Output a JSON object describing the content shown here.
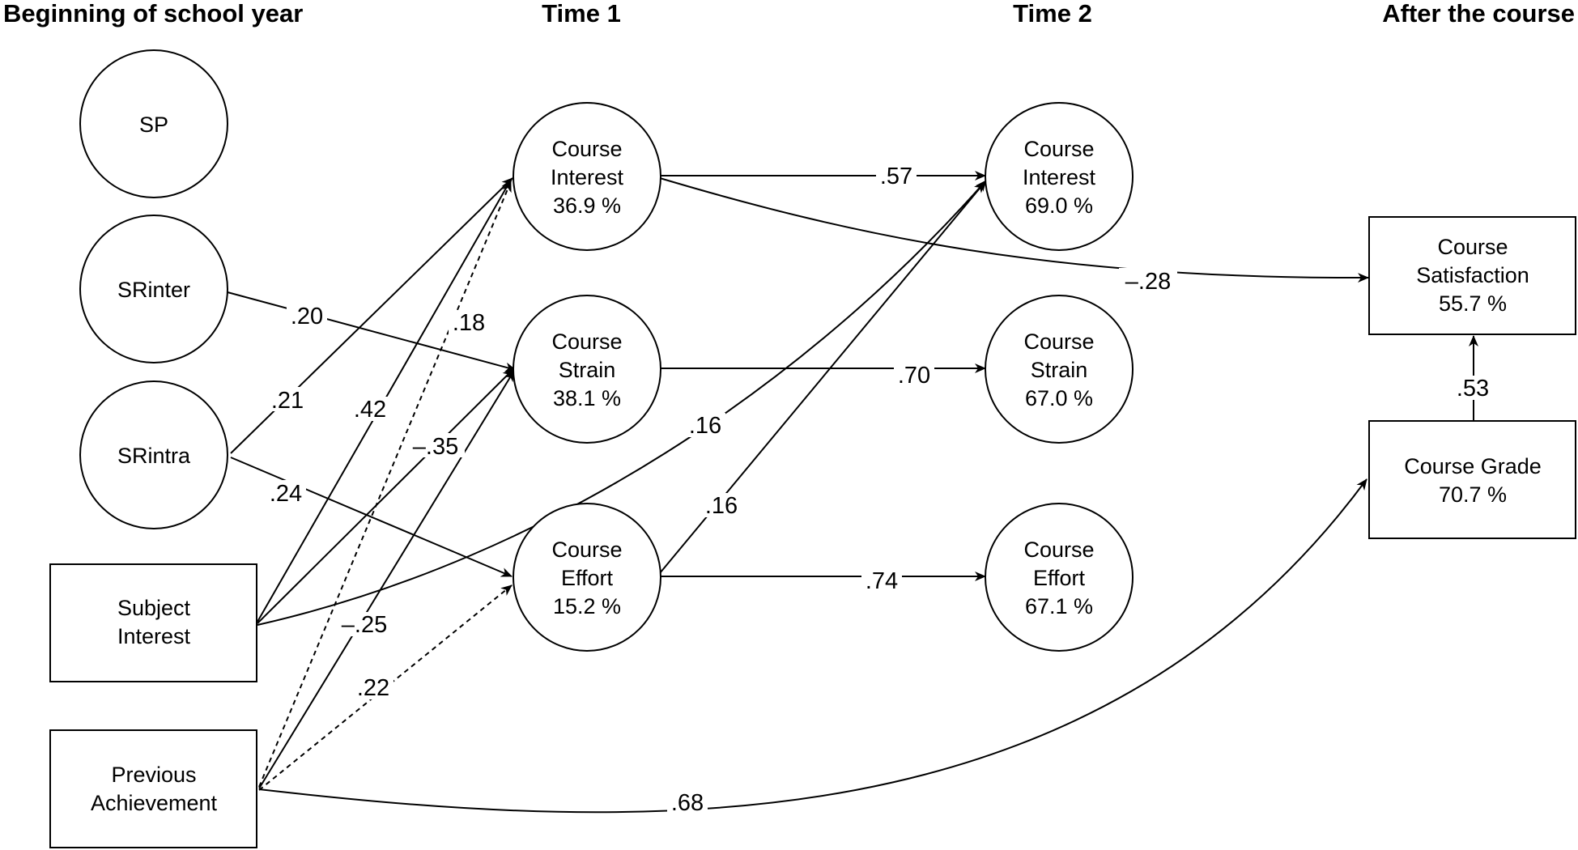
{
  "headers": {
    "beginning": "Beginning of school year",
    "time1": "Time 1",
    "time2": "Time 2",
    "after": "After the course"
  },
  "nodes": {
    "sp": {
      "lines": [
        "SP"
      ]
    },
    "srinter": {
      "lines": [
        "SRinter"
      ]
    },
    "srintra": {
      "lines": [
        "SRintra"
      ]
    },
    "subject_interest": {
      "lines": [
        "Subject",
        "Interest"
      ]
    },
    "previous_achievement": {
      "lines": [
        "Previous",
        "Achievement"
      ]
    },
    "course_interest_t1": {
      "lines": [
        "Course",
        "Interest",
        "36.9 %"
      ]
    },
    "course_strain_t1": {
      "lines": [
        "Course",
        "Strain",
        "38.1 %"
      ]
    },
    "course_effort_t1": {
      "lines": [
        "Course",
        "Effort",
        "15.2 %"
      ]
    },
    "course_interest_t2": {
      "lines": [
        "Course",
        "Interest",
        "69.0 %"
      ]
    },
    "course_strain_t2": {
      "lines": [
        "Course",
        "Strain",
        "67.0 %"
      ]
    },
    "course_effort_t2": {
      "lines": [
        "Course",
        "Effort",
        "67.1 %"
      ]
    },
    "course_satisfaction": {
      "lines": [
        "Course",
        "Satisfaction",
        "55.7 %"
      ]
    },
    "course_grade": {
      "lines": [
        "Course Grade",
        "70.7 %"
      ]
    }
  },
  "edges": [
    {
      "from": "srinter",
      "to": "course_strain_t1",
      "label": ".20",
      "style": "solid"
    },
    {
      "from": "srintra",
      "to": "course_interest_t1",
      "label": ".21",
      "style": "solid"
    },
    {
      "from": "srintra",
      "to": "course_effort_t1",
      "label": ".24",
      "style": "solid"
    },
    {
      "from": "subject_interest",
      "to": "course_interest_t1",
      "label": ".42",
      "style": "solid"
    },
    {
      "from": "subject_interest",
      "to": "course_strain_t1",
      "label": "–.35",
      "style": "solid"
    },
    {
      "from": "subject_interest",
      "to": "course_interest_t2",
      "label": ".16",
      "style": "solid"
    },
    {
      "from": "previous_achievement",
      "to": "course_interest_t1",
      "label": ".18",
      "style": "dashed"
    },
    {
      "from": "previous_achievement",
      "to": "course_strain_t1",
      "label": "–.25",
      "style": "solid"
    },
    {
      "from": "previous_achievement",
      "to": "course_effort_t1",
      "label": ".22",
      "style": "dashed"
    },
    {
      "from": "previous_achievement",
      "to": "course_grade",
      "label": ".68",
      "style": "solid"
    },
    {
      "from": "course_interest_t1",
      "to": "course_interest_t2",
      "label": ".57",
      "style": "solid"
    },
    {
      "from": "course_interest_t1",
      "to": "course_satisfaction",
      "label": "–.28",
      "style": "solid"
    },
    {
      "from": "course_strain_t1",
      "to": "course_strain_t2",
      "label": ".70",
      "style": "solid"
    },
    {
      "from": "course_effort_t1",
      "to": "course_effort_t2",
      "label": ".74",
      "style": "solid"
    },
    {
      "from": "course_effort_t1",
      "to": "course_interest_t2",
      "label": ".16",
      "style": "solid"
    },
    {
      "from": "course_grade",
      "to": "course_satisfaction",
      "label": ".53",
      "style": "solid"
    }
  ]
}
